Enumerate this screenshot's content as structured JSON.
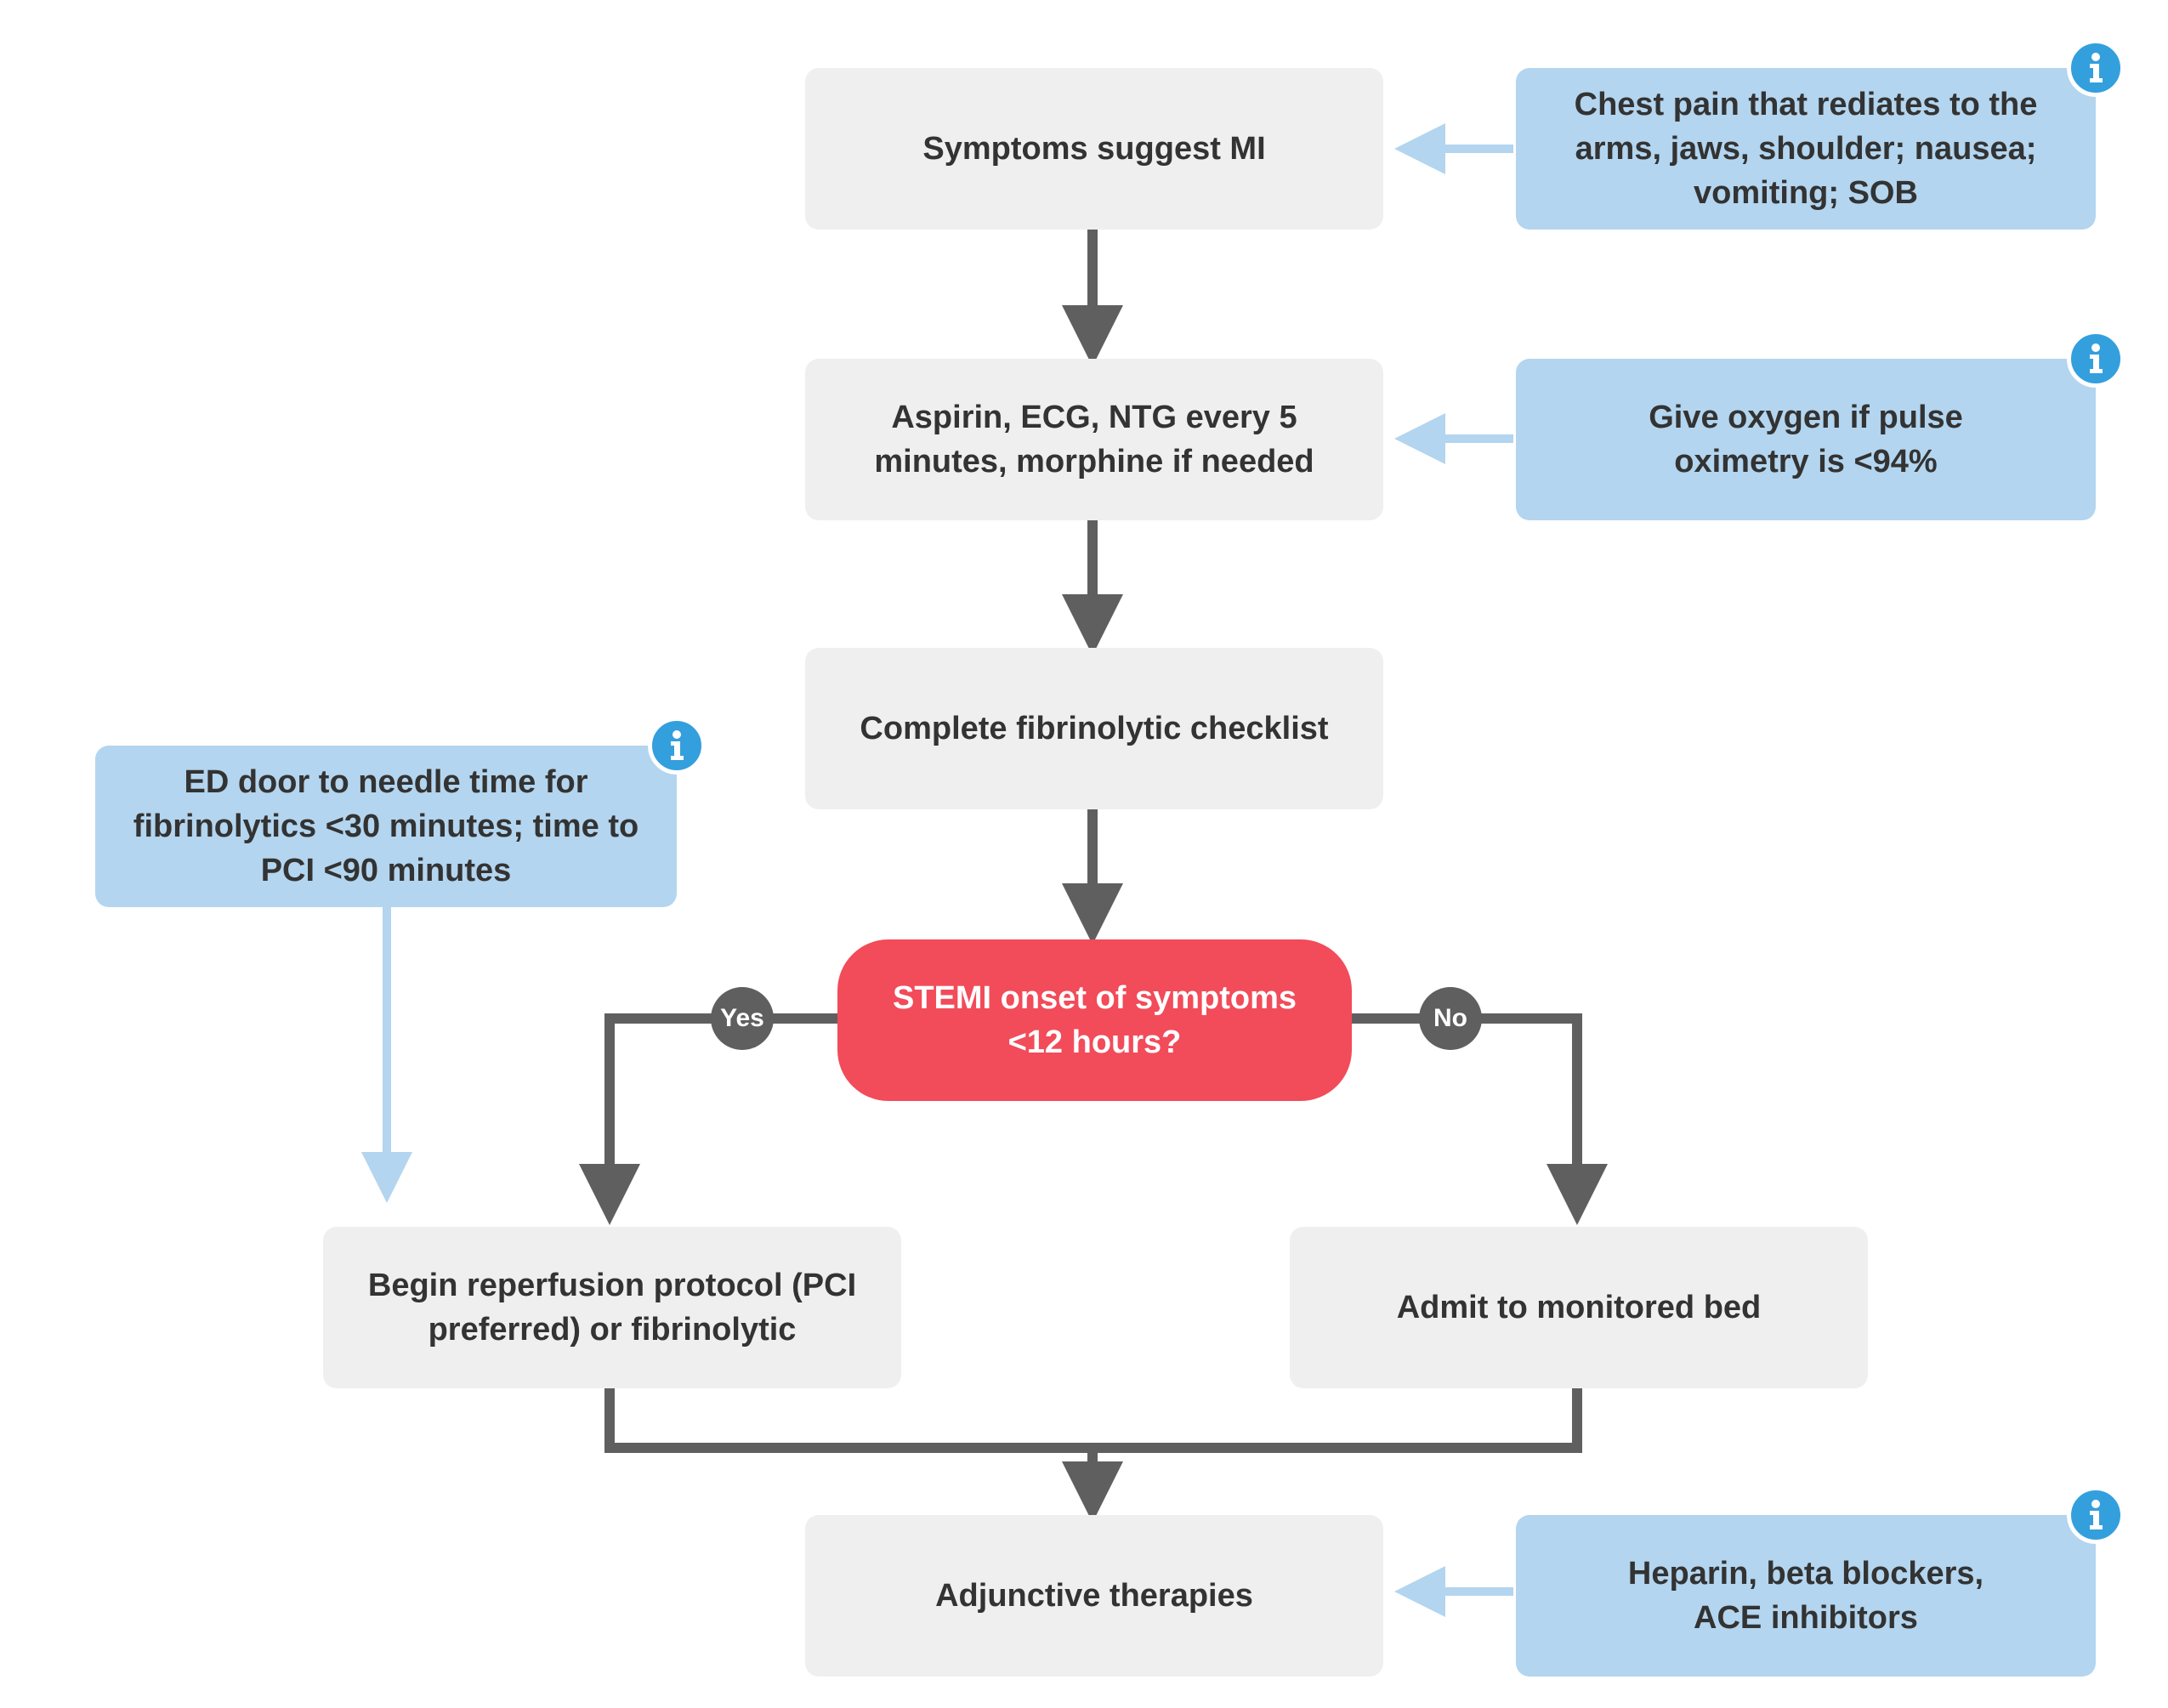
{
  "nodes": {
    "symptoms": "Symptoms suggest MI",
    "symptoms_note": "Chest pain that rediates to the arms, jaws, shoulder; nausea; vomiting; SOB",
    "initial": "Aspirin, ECG, NTG every 5 minutes, morphine if needed",
    "oxygen_note": "Give oxygen if pulse oximetry is <94%",
    "checklist": "Complete fibrinolytic checklist",
    "decision": "STEMI onset of symptoms <12 hours?",
    "timing_note": "ED door to needle time for fibrinolytics <30 minutes; time to PCI <90 minutes",
    "reperfusion": "Begin reperfusion protocol (PCI preferred) or fibrinolytic",
    "admit": "Admit to monitored bed",
    "adjunctive": "Adjunctive therapies",
    "adjunctive_note": "Heparin, beta blockers, ACE inhibitors"
  },
  "branches": {
    "yes": "Yes",
    "no": "No"
  },
  "icons": {
    "info": "info-icon"
  },
  "colors": {
    "step_box": "#efefef",
    "note_box": "#b3d5ef",
    "decision": "#f24b5a",
    "main_arrow": "#5f5f5f",
    "note_arrow": "#b3d5ef",
    "info_icon": "#349fdd"
  }
}
